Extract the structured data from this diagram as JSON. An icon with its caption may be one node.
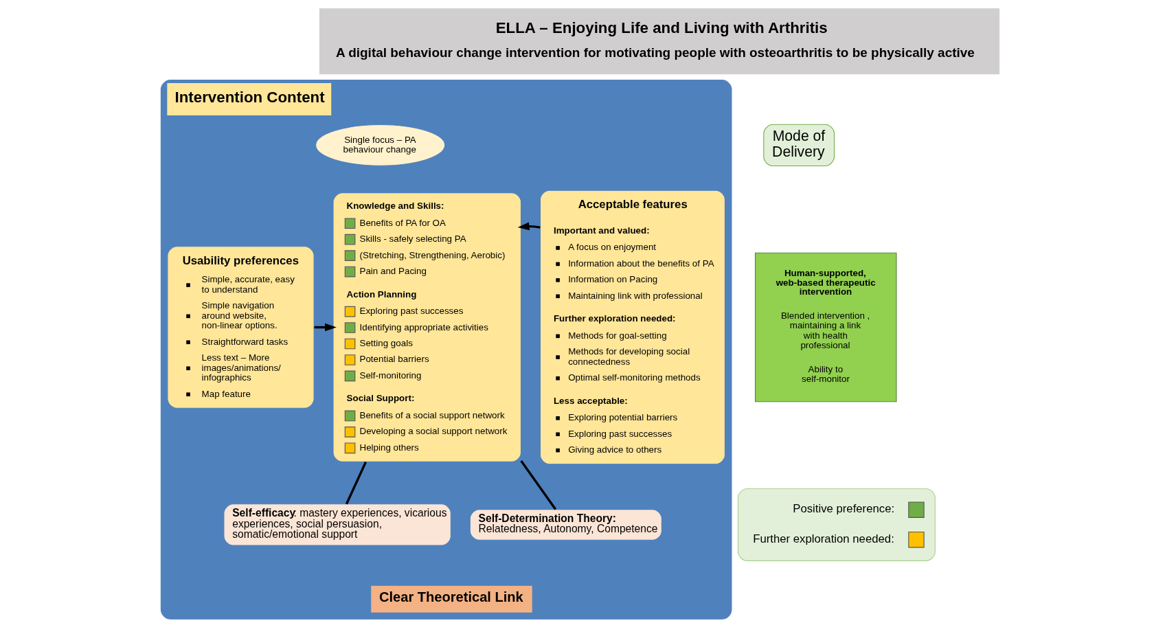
{
  "diagram": {
    "nodes": [
      {
        "text": [
          "ELLA – Enjoying Life and Living with Arthritis",
          "A digital behaviour change intervention for motivating people with osteoarthritis to be physically active"
        ]
      },
      {
        "text": [
          "Intervention Content"
        ]
      },
      {
        "text": [
          "Single focus – PA behaviour change"
        ],
        "in": 1
      },
      {
        "text": [
          "Usability preferences",
          "Simple, accurate, easy to understand",
          "Simple navigation around website, non-linear options.",
          "Straightforward tasks",
          "Less text – More images/animations/ infographics",
          "Map feature"
        ],
        "in": 1
      },
      {
        "text": [
          "Knowledge and Skills:",
          "Benefits of PA for OA",
          "Skills - safely selecting PA",
          "(Stretching, Strengthening, Aerobic)",
          "Pain and Pacing",
          "Action Planning",
          "Exploring past successes",
          "Identifying appropriate activities",
          "Setting goals",
          "Potential barriers",
          "Self-monitoring",
          "Social Support:",
          "Benefits of a social support network",
          "Developing a social support network",
          "Helping others"
        ],
        "in": 1
      },
      {
        "text": [
          "Acceptable features",
          "Important and valued:",
          "A focus on enjoyment",
          "Information about the benefits of PA",
          "Information on Pacing",
          "Maintaining link with professional",
          "Further exploration needed:",
          "Methods for goal-setting",
          "Methods for developing social connectedness",
          "Optimal self-monitoring methods",
          "Less acceptable:",
          "Exploring potential barriers",
          "Exploring past successes",
          "Giving advice to others"
        ],
        "in": 1
      },
      {
        "text": [
          "**Self-efficacy**: mastery experiences, vicarious experiences, social persuasion, somatic/emotional support"
        ],
        "in": 1
      },
      {
        "text": [
          "**Self-Determination Theory:** Relatedness, Autonomy, Competence"
        ],
        "in": 1
      },
      {
        "text": [
          "Clear Theoretical Link"
        ],
        "in": 1
      },
      {
        "text": [
          "Mode of Delivery"
        ]
      },
      {
        "text": [
          "Human-supported, web-based therapeutic intervention",
          "Blended intervention , maintaining a link with health professional",
          "Ability to self-monitor"
        ]
      }
    ],
    "edges": [
      {
        "from": 3,
        "to": 4,
        "arrow": "to"
      },
      {
        "from": 5,
        "to": 4,
        "arrow": "to"
      },
      {
        "from": 4,
        "to": 6,
        "arrow": "none"
      },
      {
        "from": 4,
        "to": 7,
        "arrow": "none"
      }
    ],
    "legend": [
      {
        "text": "Positive preference:",
        "color": "#70ad47"
      },
      {
        "text": "Further exploration needed:",
        "color": "#ffc000"
      }
    ]
  }
}
